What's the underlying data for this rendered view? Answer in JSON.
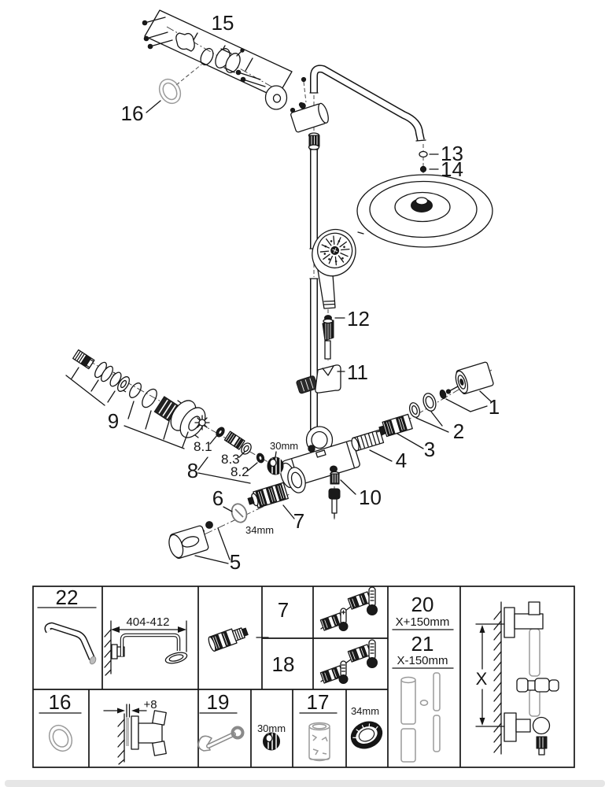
{
  "colors": {
    "ink": "#151515",
    "muted": "#9a9a9a",
    "bottom_strip": "#e6e6e6"
  },
  "callouts": {
    "p1": "1",
    "p2": "2",
    "p3": "3",
    "p4": "4",
    "p5": "5",
    "p6": "6",
    "p7": "7",
    "p8": "8",
    "p8_1": "8.1",
    "p8_2": "8.2",
    "p8_3": "8.3",
    "p9": "9",
    "p10": "10",
    "p11": "11",
    "p12": "12",
    "p13": "13",
    "p14": "14",
    "p15": "15",
    "p16": "16",
    "size_30mm": "30mm",
    "size_34mm": "34mm"
  },
  "table": {
    "arm_no": "22",
    "arm_dim": "404-412",
    "cart7_no": "7",
    "cart18_no": "18",
    "pipe20_no": "20",
    "pipe20_dim": "X+150mm",
    "pipe21_no": "21",
    "pipe21_dim": "X-150mm",
    "height_dim": "X",
    "seal_no": "16",
    "offset_dim": "+8",
    "tool_no": "19",
    "tool_size": "30mm",
    "sleeve_no": "17",
    "ring_size": "34mm"
  }
}
